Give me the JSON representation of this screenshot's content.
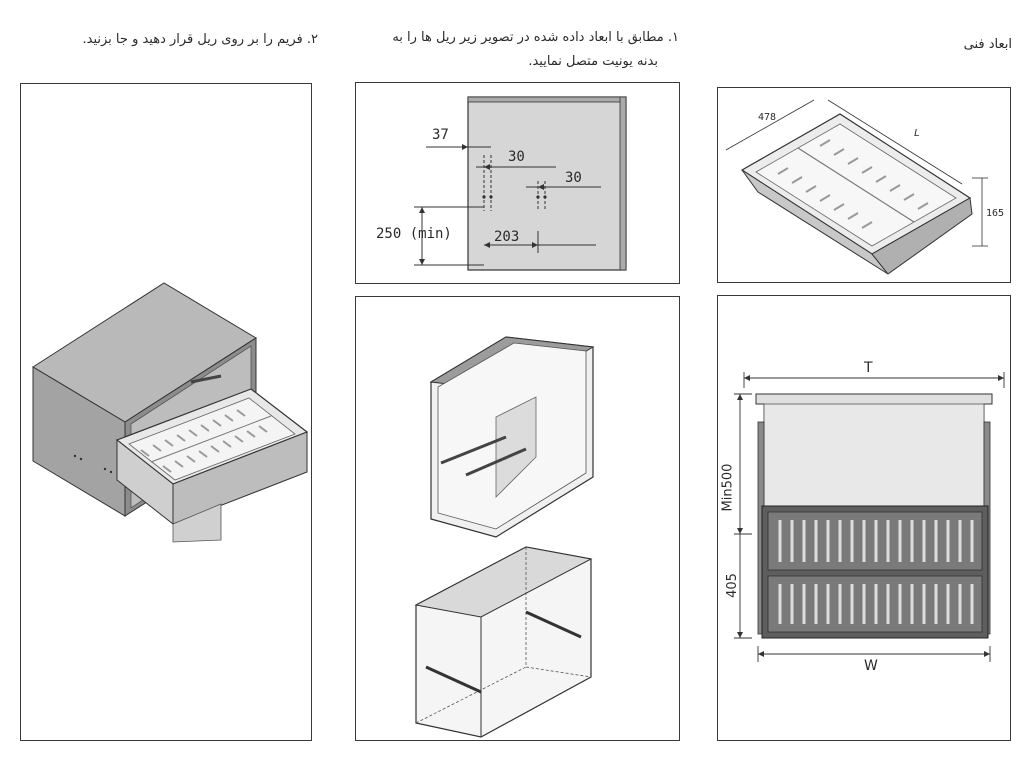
{
  "headers": {
    "tech_dims": "ابعاد فنی",
    "step1_line1": "۱. مطابق با ابعاد داده شده در تصویر زیر ریل ها را به",
    "step1_line2": "بدنه یونیت متصل نمایید.",
    "step2": "۲. فریم را بر روی ریل قرار دهید و جا بزنید."
  },
  "basket_dims": {
    "width": "478",
    "length": "L",
    "height": "165"
  },
  "rail_dims": {
    "offset_a": "37",
    "gap_a": "30",
    "gap_b": "30",
    "height_min": "250 (min)",
    "spacing": "203"
  },
  "top_view_dims": {
    "top_width": "T",
    "depth_min": "Min500",
    "depth": "405",
    "bottom_width": "W"
  },
  "colors": {
    "line": "#333333",
    "panel_fill": "#d6d6d6",
    "cabinet_side": "#9a9a9a",
    "rail": "#6a6a6a"
  }
}
